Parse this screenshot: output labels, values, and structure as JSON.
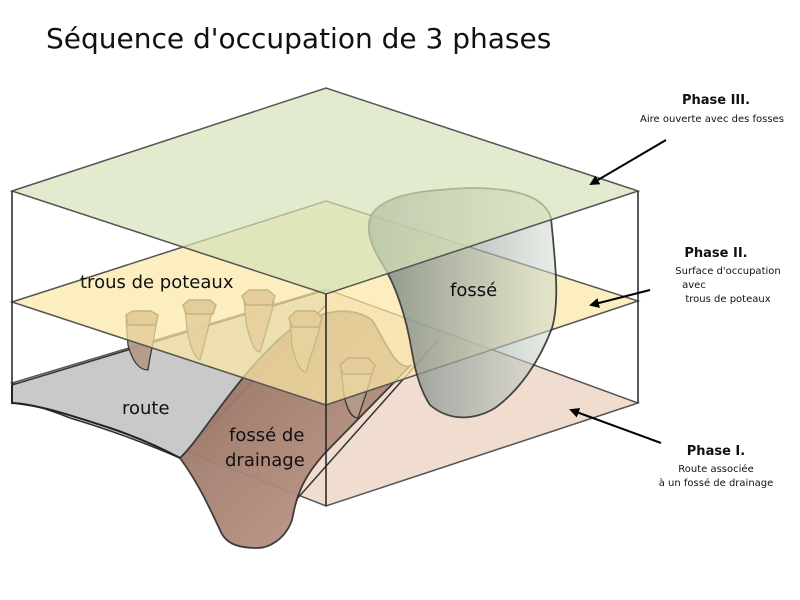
{
  "title": "Séquence d'occupation de 3 phases",
  "phases": [
    {
      "heading": "Phase III.",
      "lines": [
        "Aire ouverte avec des fosses"
      ]
    },
    {
      "heading": "Phase II.",
      "lines": [
        "Surface d'occupation",
        "avec",
        "trous de poteaux"
      ]
    },
    {
      "heading": "Phase I.",
      "lines": [
        "Route associée",
        "à un fossé de drainage"
      ]
    }
  ],
  "labels": {
    "postholes": "trous de poteaux",
    "pit": "fossé",
    "road": "route",
    "drain_line1": "fossé de",
    "drain_line2": "drainage"
  },
  "colors": {
    "phase3_plane": "#d6e2b8",
    "phase2_plane": "#fbe8a6",
    "phase1_plane": "#f1dcd0",
    "road": "#c9c9c9",
    "drainage_ditch": "#b08c80",
    "pit": "#8f9a96",
    "posthole": "#b49a88",
    "posthole_top": "#a88a78"
  }
}
